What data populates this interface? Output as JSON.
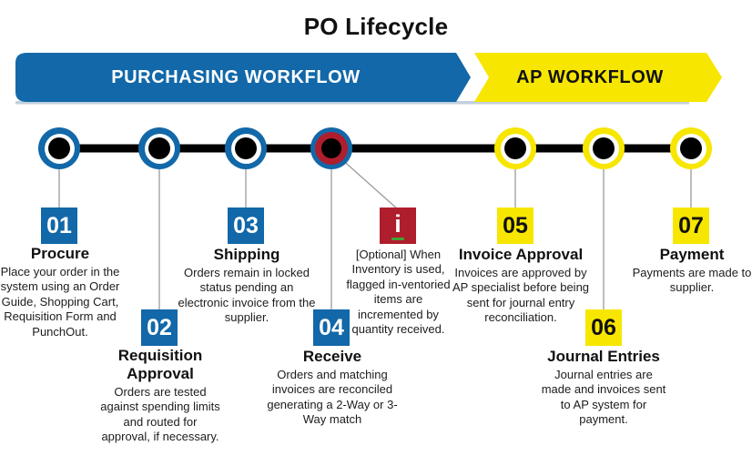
{
  "title": "PO Lifecycle",
  "banner": {
    "purchasing_label": "PURCHASING WORKFLOW",
    "ap_label": "AP WORKFLOW"
  },
  "colors": {
    "blue": "#1268A8",
    "yellow": "#F7E600",
    "red": "#AF1E2D",
    "green": "#3FA535",
    "connector": "#9B9B9B",
    "timeline": "#000000",
    "banner_shadow": "#C2D0DE"
  },
  "steps": [
    {
      "number": "01",
      "title": "Procure",
      "description": "Place your order in the system using an Order Guide, Shopping Cart, Requisition Form and PunchOut.",
      "phase": "purchasing",
      "marker": "blue"
    },
    {
      "number": "02",
      "title": "Requisition Approval",
      "description": "Orders are tested against spending limits and routed for approval, if necessary.",
      "phase": "purchasing",
      "marker": "blue"
    },
    {
      "number": "03",
      "title": "Shipping",
      "description": "Orders remain in locked status pending an electronic invoice from the supplier.",
      "phase": "purchasing",
      "marker": "blue"
    },
    {
      "number": "04",
      "title": "Receive",
      "description": "Orders and matching invoices are reconciled generating a 2-Way or 3-Way match",
      "phase": "purchasing",
      "marker": "blue-red"
    },
    {
      "number": "i",
      "title": "",
      "description": "[Optional] When Inventory is used, flagged in-ventoried items are incremented by quantity received.",
      "phase": "optional",
      "marker": "none"
    },
    {
      "number": "05",
      "title": "Invoice Approval",
      "description": "Invoices are approved by AP specialist before being sent for journal entry reconciliation.",
      "phase": "ap",
      "marker": "yellow"
    },
    {
      "number": "06",
      "title": "Journal Entries",
      "description": "Journal entries are made and invoices sent to AP system for payment.",
      "phase": "ap",
      "marker": "yellow"
    },
    {
      "number": "07",
      "title": "Payment",
      "description": "Payments are made to supplier.",
      "phase": "ap",
      "marker": "yellow"
    }
  ]
}
